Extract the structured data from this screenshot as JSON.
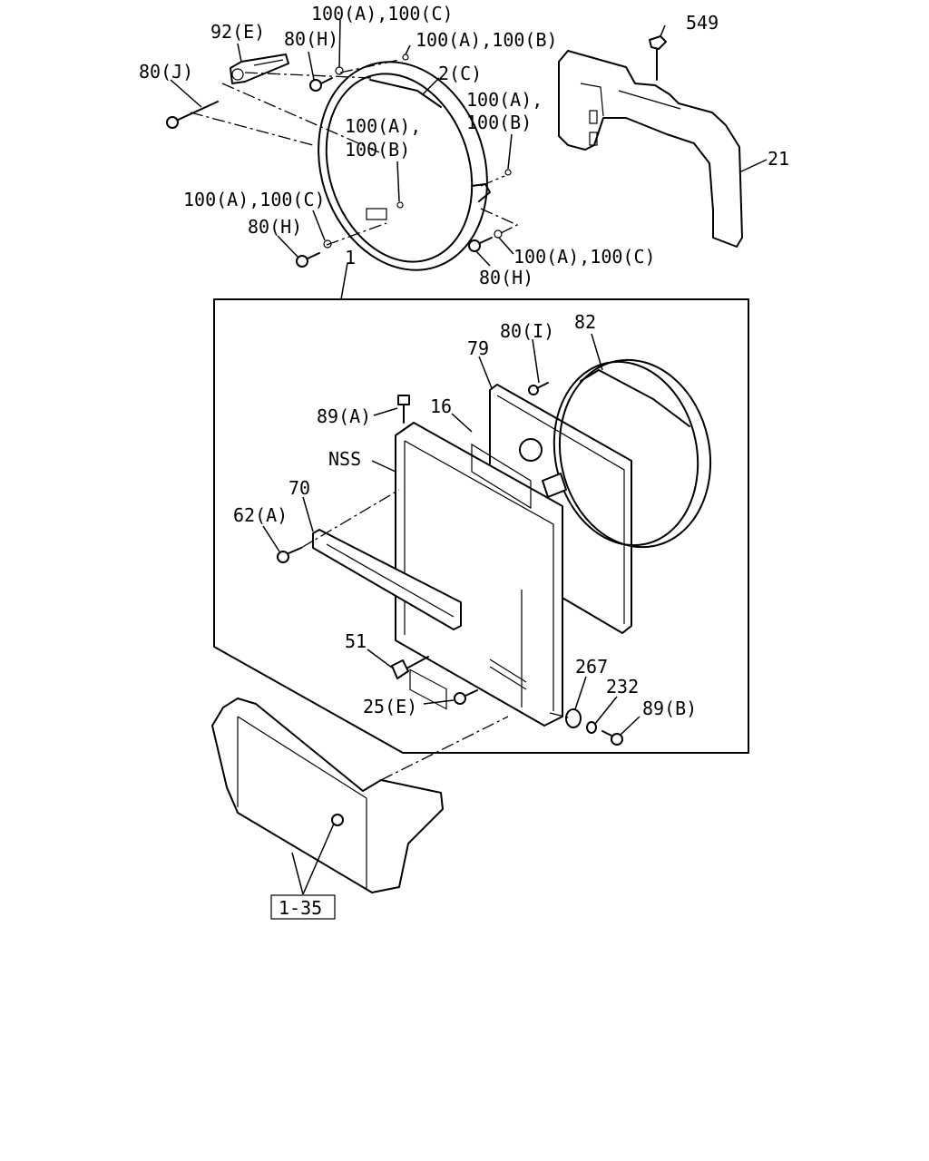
{
  "labels": {
    "l549": "549",
    "l92e": "92(E)",
    "l100ac_top": "100(A),100(C)",
    "l80h_top": "80(H)",
    "l100ab_top": "100(A),100(B)",
    "l80j": "80(J)",
    "l2c": "2(C)",
    "l100a_right": "100(A),",
    "l100b_right": "100(B)",
    "l100a_center": "100(A),",
    "l100b_center": "100(B)",
    "l21": "21",
    "l100ac_left": "100(A),100(C)",
    "l80h_left": "80(H)",
    "l100ac_right": "100(A),100(C)",
    "l80h_right": "80(H)",
    "l1": "1",
    "l80i": "80(I)",
    "l82": "82",
    "l79": "79",
    "l89a": "89(A)",
    "l16": "16",
    "lnss": "NSS",
    "l70": "70",
    "l62a": "62(A)",
    "l51": "51",
    "l267": "267",
    "l232": "232",
    "l89b": "89(B)",
    "l25e": "25(E)",
    "ref135": "1-35"
  }
}
